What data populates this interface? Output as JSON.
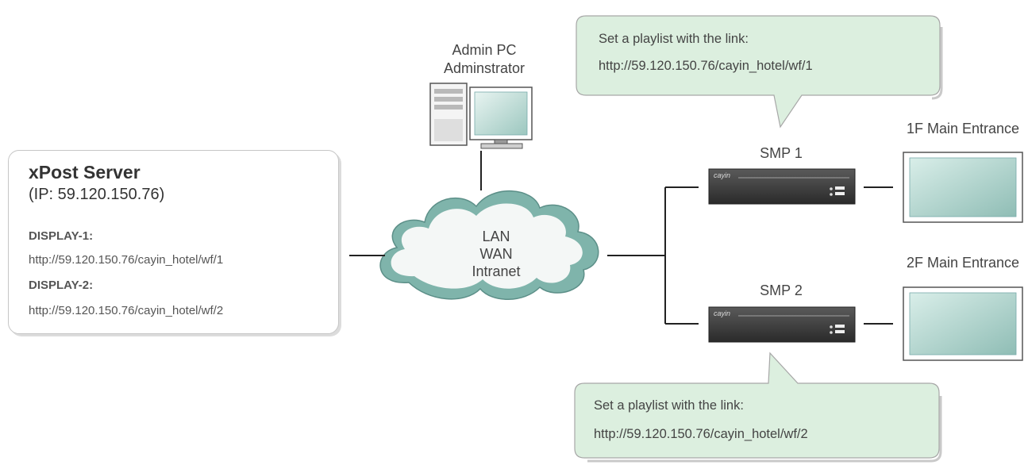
{
  "server": {
    "title": "xPost Server",
    "ip": "(IP: 59.120.150.76)",
    "displays": [
      {
        "label": "DISPLAY-1:",
        "url": "http://59.120.150.76/cayin_hotel/wf/1"
      },
      {
        "label": "DISPLAY-2:",
        "url": "http://59.120.150.76/cayin_hotel/wf/2"
      }
    ]
  },
  "admin_pc": {
    "line1": "Admin PC",
    "line2": "Adminstrator"
  },
  "cloud": {
    "line1": "LAN",
    "line2": "WAN",
    "line3": "Intranet"
  },
  "players": [
    {
      "name": "SMP 1",
      "brand": "cayin",
      "display_location": "1F Main Entrance"
    },
    {
      "name": "SMP 2",
      "brand": "cayin",
      "display_location": "2F Main Entrance"
    }
  ],
  "callouts": [
    {
      "line1": "Set a playlist with the link:",
      "line2": "http://59.120.150.76/cayin_hotel/wf/1"
    },
    {
      "line1": "Set a playlist with the link:",
      "line2": "http://59.120.150.76/cayin_hotel/wf/2"
    }
  ],
  "colors": {
    "callout_fill": "#dcefdf",
    "callout_stroke": "#a7a7a7",
    "cloud_teal": "#6fa8a0",
    "player_body": "#3b3b3b"
  }
}
